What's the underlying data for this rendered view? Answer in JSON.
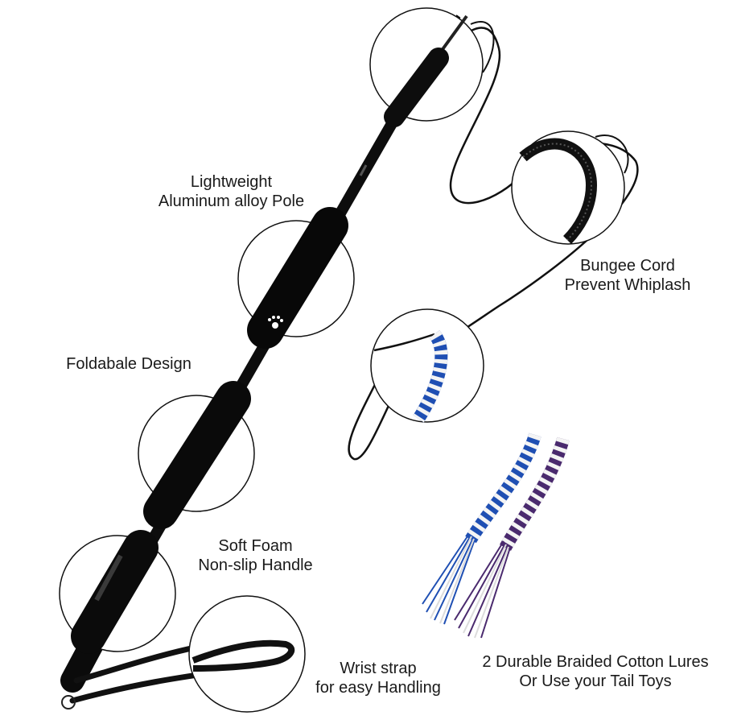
{
  "labels": {
    "pole": [
      "Lightweight",
      "Aluminum alloy Pole"
    ],
    "bungee": [
      "Bungee Cord",
      "Prevent Whiplash"
    ],
    "fold": [
      "Foldabale Design"
    ],
    "handle": [
      "Soft Foam",
      "Non-slip Handle"
    ],
    "wrist": [
      "Wrist strap",
      "for easy Handling"
    ],
    "lures": [
      "2 Durable Braided Cotton Lures",
      "Or Use your Tail Toys"
    ]
  },
  "colors": {
    "pole": "#0d0d0d",
    "lure_blue": "#1f4fb3",
    "lure_purple": "#4a2a6e",
    "lure_white": "#f4f4f4",
    "circle_outline": "#111111"
  },
  "icons": [
    "paw-print-icon"
  ]
}
